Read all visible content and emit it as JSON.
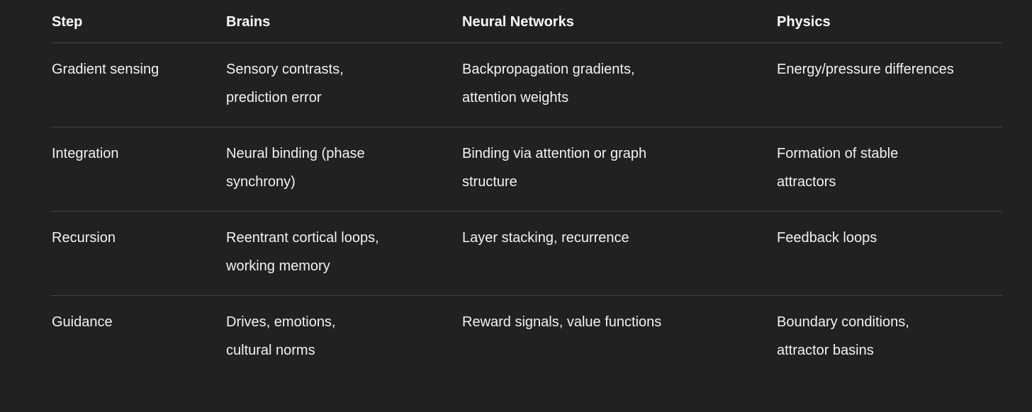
{
  "colors": {
    "background": "#212121",
    "divider": "#454545",
    "header_text": "#fafafa",
    "body_text": "#f2f2f2"
  },
  "table": {
    "headers": [
      "Step",
      "Brains",
      "Neural Networks",
      "Physics"
    ],
    "rows": [
      {
        "step": "Gradient sensing",
        "brains": [
          "Sensory contrasts,",
          "prediction error"
        ],
        "neural_networks": [
          "Backpropagation gradients,",
          "attention weights"
        ],
        "physics": [
          "Energy/pressure differences"
        ]
      },
      {
        "step": "Integration",
        "brains": [
          "Neural binding (phase",
          "synchrony)"
        ],
        "neural_networks": [
          "Binding via attention or graph",
          "structure"
        ],
        "physics": [
          "Formation of stable",
          "attractors"
        ]
      },
      {
        "step": "Recursion",
        "brains": [
          "Reentrant cortical loops,",
          "working memory"
        ],
        "neural_networks": [
          "Layer stacking, recurrence"
        ],
        "physics": [
          "Feedback loops"
        ]
      },
      {
        "step": "Guidance",
        "brains": [
          "Drives, emotions,",
          "cultural norms"
        ],
        "neural_networks": [
          "Reward signals, value functions"
        ],
        "physics": [
          "Boundary conditions,",
          "attractor basins"
        ]
      }
    ]
  }
}
